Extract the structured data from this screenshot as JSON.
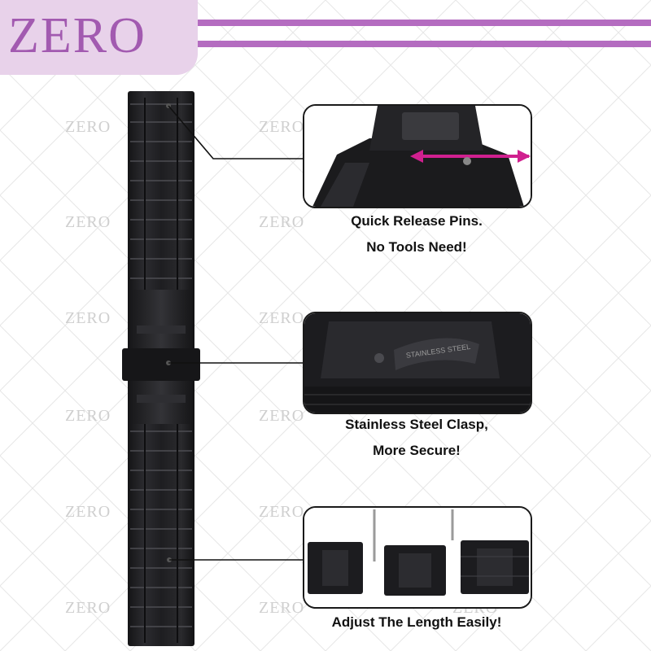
{
  "brand": {
    "logo_text": "ZERO"
  },
  "watermark_text": "ZERO",
  "features": [
    {
      "line1": "Quick Release Pins.",
      "line2": "No Tools Need!"
    },
    {
      "line1": "Stainless Steel Clasp,",
      "line2": "More Secure!"
    },
    {
      "line1": "Adjust The Length Easily!",
      "line2": ""
    }
  ],
  "clasp_engraving": "STAINLESS STEEL",
  "colors": {
    "brand": "#a25ab0",
    "stripe": "#b46cc0",
    "band": "#1c1c1e",
    "arrow": "#d0208f"
  }
}
